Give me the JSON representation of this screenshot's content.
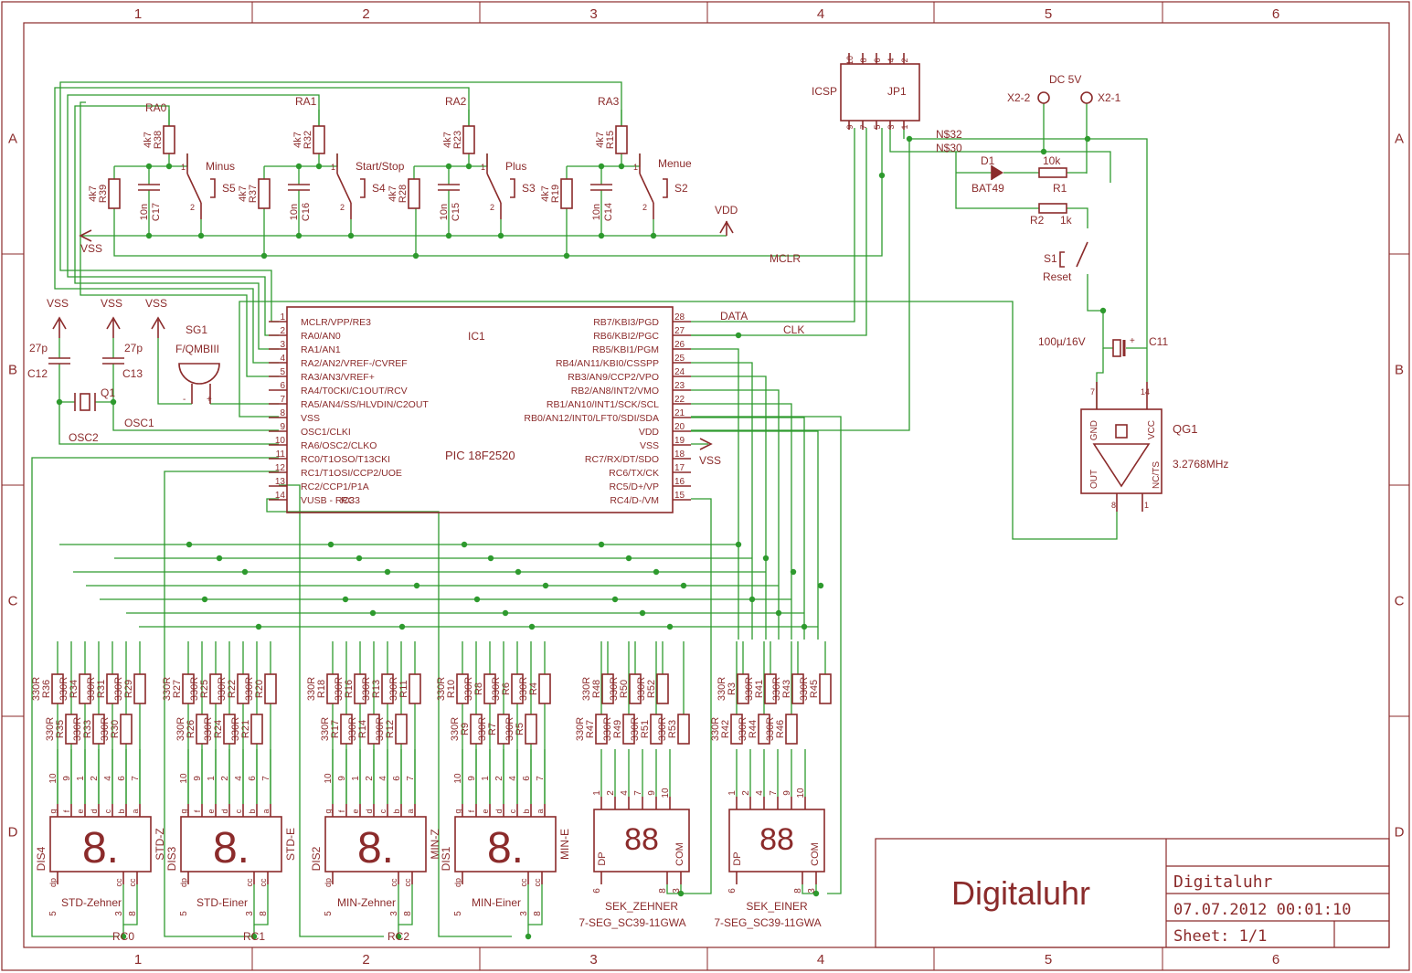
{
  "colors": {
    "symbol": "#8b2b2b",
    "wire": "#2e9a2e",
    "junction": "#2e9a2e",
    "frame": "#8b2b2b",
    "background": "#ffffff"
  },
  "frame": {
    "columns": [
      "1",
      "2",
      "3",
      "4",
      "5",
      "6"
    ],
    "rows": [
      "A",
      "B",
      "C",
      "D"
    ]
  },
  "title_block": {
    "big_title": "Digitaluhr",
    "name": "Digitaluhr",
    "date": "07.07.2012 00:01:10",
    "sheet": "Sheet: 1/1"
  },
  "buttons": [
    {
      "net": "RA0",
      "pullup": "R38",
      "pullup_val": "4k7",
      "pulldown": "R39",
      "pulldown_val": "4k7",
      "cap": "C17",
      "cap_val": "10n",
      "switch": "S5",
      "label": "Minus"
    },
    {
      "net": "RA1",
      "pullup": "R32",
      "pullup_val": "4k7",
      "pulldown": "R37",
      "pulldown_val": "4k7",
      "cap": "C16",
      "cap_val": "10n",
      "switch": "S4",
      "label": "Start/Stop"
    },
    {
      "net": "RA2",
      "pullup": "R23",
      "pullup_val": "4k7",
      "pulldown": "R28",
      "pulldown_val": "4k7",
      "cap": "C15",
      "cap_val": "10n",
      "switch": "S3",
      "label": "Plus"
    },
    {
      "net": "RA3",
      "pullup": "R15",
      "pullup_val": "4k7",
      "pulldown": "R19",
      "pulldown_val": "4k7",
      "cap": "C14",
      "cap_val": "10n",
      "switch": "S2",
      "label": "Menue"
    }
  ],
  "power": {
    "vss": "VSS",
    "vdd": "VDD",
    "mclr": "MCLR",
    "data": "DATA",
    "clk": "CLK",
    "osc1": "OSC1",
    "osc2": "OSC2",
    "n32": "N$32",
    "n30": "N$30"
  },
  "icsp": {
    "label": "ICSP",
    "name": "JP1",
    "pins_top": [
      "10",
      "8",
      "6",
      "4",
      "2"
    ],
    "pins_bottom": [
      "9",
      "7",
      "5",
      "3",
      "1"
    ]
  },
  "supply": {
    "title": "DC 5V",
    "x22": "X2-2",
    "x21": "X2-1",
    "d1": "D1",
    "d1_val": "BAT49",
    "r1": "R1",
    "r1_val": "10k",
    "r2": "R2",
    "r2_val": "1k",
    "s1": "S1",
    "s1_label": "Reset",
    "c11": "C11",
    "c11_val": "100µ/16V"
  },
  "osc": {
    "name": "QG1",
    "freq": "3.2768MHz",
    "gnd": "GND",
    "vcc": "VCC",
    "out": "OUT",
    "ncts": "NC/TS",
    "pins": [
      "7",
      "14",
      "8",
      "1"
    ]
  },
  "crystal": {
    "c12": "C12",
    "c12_val": "27p",
    "c13": "C13",
    "c13_val": "27p",
    "q1": "Q1",
    "sg1": "SG1",
    "sg1_val": "F/QMBIII"
  },
  "mcu": {
    "name": "IC1",
    "part": "PIC 18F2520",
    "left_pins": [
      {
        "num": "1",
        "name": "MCLR/VPP/RE3"
      },
      {
        "num": "2",
        "name": "RA0/AN0"
      },
      {
        "num": "3",
        "name": "RA1/AN1"
      },
      {
        "num": "4",
        "name": "RA2/AN2/VREF-/CVREF"
      },
      {
        "num": "5",
        "name": "RA3/AN3/VREF+"
      },
      {
        "num": "6",
        "name": "RA4/T0CKI/C1OUT/RCV"
      },
      {
        "num": "7",
        "name": "RA5/AN4/SS/HLVDIN/C2OUT"
      },
      {
        "num": "8",
        "name": "VSS"
      },
      {
        "num": "9",
        "name": "OSC1/CLKI"
      },
      {
        "num": "10",
        "name": "RA6/OSC2/CLKO"
      },
      {
        "num": "11",
        "name": "RC0/T1OSO/T13CKI"
      },
      {
        "num": "12",
        "name": "RC1/T1OSI/CCP2/UOE"
      },
      {
        "num": "13",
        "name": "RC2/CCP1/P1A"
      },
      {
        "num": "14",
        "name": "VUSB - RC3"
      }
    ],
    "right_pins": [
      {
        "num": "28",
        "name": "RB7/KBI3/PGD"
      },
      {
        "num": "27",
        "name": "RB6/KBI2/PGC"
      },
      {
        "num": "26",
        "name": "RB5/KBI1/PGM"
      },
      {
        "num": "25",
        "name": "RB4/AN11/KBI0/CSSPP"
      },
      {
        "num": "24",
        "name": "RB3/AN9/CCP2/VPO"
      },
      {
        "num": "23",
        "name": "RB2/AN8/INT2/VMO"
      },
      {
        "num": "22",
        "name": "RB1/AN10/INT1/SCK/SCL"
      },
      {
        "num": "21",
        "name": "RB0/AN12/INT0/LFT0/SDI/SDA"
      },
      {
        "num": "20",
        "name": "VDD"
      },
      {
        "num": "19",
        "name": "VSS"
      },
      {
        "num": "18",
        "name": "RC7/RX/DT/SDO"
      },
      {
        "num": "17",
        "name": "RC6/TX/CK"
      },
      {
        "num": "16",
        "name": "RC5/D+/VP"
      },
      {
        "num": "15",
        "name": "RC4/D-/VM"
      }
    ]
  },
  "displays": [
    {
      "dis": "DIS4",
      "side": "STD-Z",
      "label": "STD-Zehner",
      "rc": "RC0",
      "rtop": [
        "R36",
        "R34",
        "R31",
        "R29"
      ],
      "rbot": [
        "R35",
        "R33",
        "R30"
      ],
      "rval": "330R",
      "pins_top": [
        "10",
        "9",
        "1",
        "2",
        "4",
        "6",
        "7"
      ],
      "seg_top": [
        "g",
        "f",
        "e",
        "d",
        "c",
        "b",
        "a"
      ],
      "pins_bot": [
        "5",
        "3",
        "8"
      ],
      "seg_bot": [
        "dp",
        "cc",
        "cc"
      ]
    },
    {
      "dis": "DIS3",
      "side": "STD-E",
      "label": "STD-Einer",
      "rc": "RC1",
      "rtop": [
        "R27",
        "R25",
        "R22",
        "R20"
      ],
      "rbot": [
        "R26",
        "R24",
        "R21"
      ],
      "rval": "330R",
      "pins_top": [
        "10",
        "9",
        "1",
        "2",
        "4",
        "6",
        "7"
      ],
      "seg_top": [
        "g",
        "f",
        "e",
        "d",
        "c",
        "b",
        "a"
      ],
      "pins_bot": [
        "5",
        "3",
        "8"
      ],
      "seg_bot": [
        "dp",
        "cc",
        "cc"
      ]
    },
    {
      "dis": "DIS2",
      "side": "MIN-Z",
      "label": "MIN-Zehner",
      "rc": "RC2",
      "rtop": [
        "R18",
        "R16",
        "R13",
        "R11"
      ],
      "rbot": [
        "R17",
        "R14",
        "R12"
      ],
      "rval": "330R",
      "pins_top": [
        "10",
        "9",
        "1",
        "2",
        "4",
        "6",
        "7"
      ],
      "seg_top": [
        "g",
        "f",
        "e",
        "d",
        "c",
        "b",
        "a"
      ],
      "pins_bot": [
        "5",
        "3",
        "8"
      ],
      "seg_bot": [
        "dp",
        "cc",
        "cc"
      ]
    },
    {
      "dis": "DIS1",
      "side": "MIN-E",
      "label": "MIN-Einer",
      "rc": "",
      "rtop": [
        "R10",
        "R8",
        "R6",
        "R4"
      ],
      "rbot": [
        "R9",
        "R7",
        "R5"
      ],
      "rval": "330R",
      "pins_top": [
        "10",
        "9",
        "1",
        "2",
        "4",
        "6",
        "7"
      ],
      "seg_top": [
        "g",
        "f",
        "e",
        "d",
        "c",
        "b",
        "a"
      ],
      "pins_bot": [
        "5",
        "3",
        "8"
      ],
      "seg_bot": [
        "dp",
        "cc",
        "cc"
      ]
    }
  ],
  "small_displays": [
    {
      "label": "SEK_ZEHNER",
      "part": "7-SEG_SC39-11GWA",
      "rtop": [
        "R48",
        "R50",
        "R52"
      ],
      "rbot": [
        "R47",
        "R49",
        "R51",
        "R53"
      ],
      "rval": "330R",
      "pins_top": [
        "1",
        "2",
        "4",
        "7",
        "9",
        "10"
      ],
      "pins_bot": [
        "6",
        "8",
        "3"
      ],
      "dp": "DP",
      "com": "COM"
    },
    {
      "label": "SEK_EINER",
      "part": "7-SEG_SC39-11GWA",
      "rtop": [
        "R3",
        "R41",
        "R43",
        "R45"
      ],
      "rbot": [
        "R42",
        "R44",
        "R46"
      ],
      "rval": "330R",
      "pins_top": [
        "1",
        "2",
        "4",
        "7",
        "9",
        "10"
      ],
      "pins_bot": [
        "6",
        "8",
        "3"
      ],
      "dp": "DP",
      "com": "COM"
    }
  ],
  "seven_seg_glyph": "8.",
  "rc3_label": "RC3"
}
